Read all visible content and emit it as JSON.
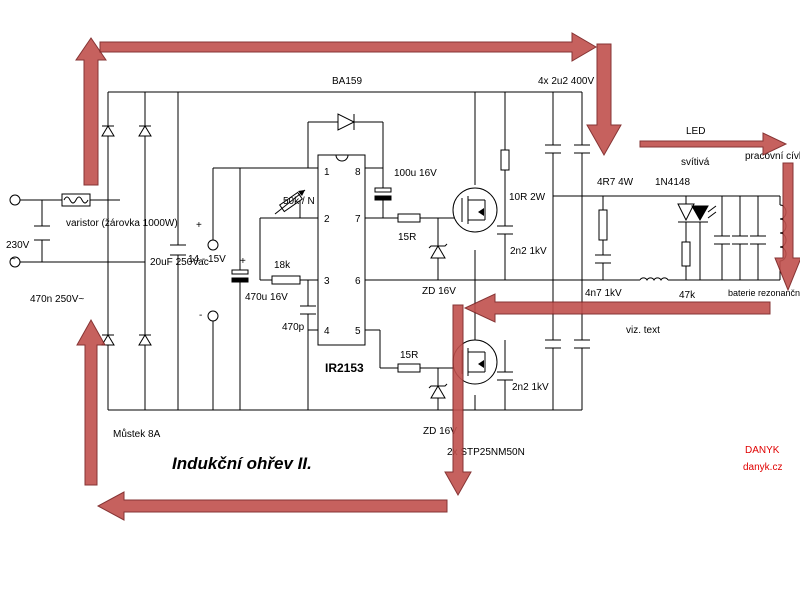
{
  "labels": {
    "diode_top": "BA159",
    "caps_top": "4x  2u2 400V",
    "led": "LED",
    "led_state": "svítivá",
    "coil": "pracovní cívka",
    "res_4r7": "4R7 4W",
    "diode_1n4148": "1N4148",
    "mains_voltage": "230V",
    "mains_symbol": "~",
    "varistor": "varistor (žárovka 1000W)",
    "c470n": "470n 250V~",
    "c20uf": "20uF 250Vac",
    "supply": "14 - 15V",
    "plus1": "+",
    "plus2": "+",
    "minus": "-",
    "c470u": "470u 16V",
    "c100u": "100u 16V",
    "pot": "50k / N",
    "r18k": "18k",
    "c470p": "470p",
    "ic": "IR2153",
    "pins": [
      "1",
      "2",
      "3",
      "4",
      "5",
      "6",
      "7",
      "8"
    ],
    "r15a": "15R",
    "r15b": "15R",
    "zd1": "ZD 16V",
    "zd2": "ZD 16V",
    "r10r": "10R 2W",
    "c2n2a": "2n2 1kV",
    "c2n2b": "2n2 1kV",
    "c4n7": "4n7 1kV",
    "r47k": "47k",
    "battery": "baterie rezonančních kondenzátorů",
    "inductor": "viz. text",
    "mosfets": "2x STP25NM50N",
    "bridge": "Můstek 8A",
    "title": "Indukční ohřev II.",
    "author": "DANYK",
    "site": "danyk.cz"
  },
  "colors": {
    "arrow": "#c0504d",
    "author": "#e00000"
  }
}
